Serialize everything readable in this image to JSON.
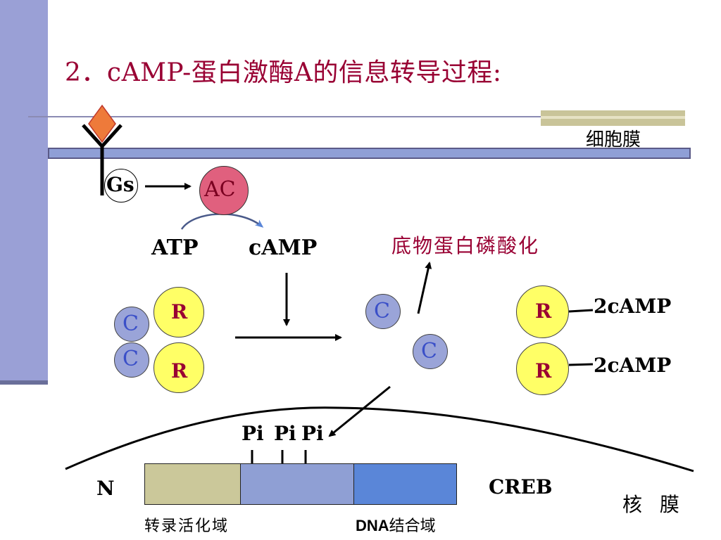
{
  "title": "2．cAMP-蛋白激酶A的信息转导过程:",
  "membrane_label": "细胞膜",
  "gs": "Gs",
  "ac": "AC",
  "atp": "ATP",
  "camp": "cAMP",
  "phosphorylation": "底物蛋白磷酸化",
  "holoenzyme": {
    "r_top": "R",
    "r_bottom": "R",
    "c_top": "C",
    "c_bottom": "C"
  },
  "free_c": {
    "c1": "C",
    "c2": "C"
  },
  "regulatory": {
    "r_top": "R",
    "r_bottom": "R",
    "camp_top": "2cAMP",
    "camp_bottom": "2cAMP"
  },
  "pi_labels": [
    "Pi",
    "Pi",
    "Pi"
  ],
  "n_terminus": "N",
  "creb": "CREB",
  "nuclear_membrane": "核 膜",
  "domain_activation": "转录活化域",
  "domain_dna_prefix": "DNA",
  "domain_dna_suffix": "结合域",
  "colors": {
    "title": "#990033",
    "r_subunit": "#ffff66",
    "c_subunit": "#9aa4d8",
    "ac": "#e0607e",
    "membrane": "#8f9fd6"
  }
}
